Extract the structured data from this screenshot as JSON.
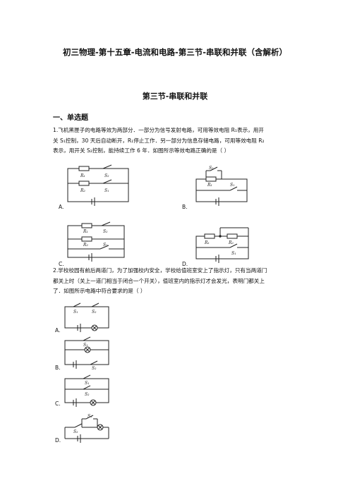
{
  "doc": {
    "title": "初三物理-第十五章-电流和电路-第三节-串联和并联（含解析）",
    "section_title": "第三节-串联和并联",
    "heading_single_choice": "一、单选题"
  },
  "q1": {
    "line1": "1.飞机黑匣子的电路等效为两部分．一部分为信号发射电路，可用等效电阻 R₁表示，用开",
    "line2": "关 S₁控制，30 天后自动断开，R₁停止工作．另一部分为信息存储电路，可用等效电阻 R₂",
    "line3": "表示，用开关 S₂控制，能持续工作 6 年．如图所示等效电路正确的是（        ）",
    "options": [
      "A.",
      "B.",
      "C.",
      "D."
    ]
  },
  "q2": {
    "line1": "2.学校校园有前后两道门，为了加强校内安全，学校给值班室安上了指示灯，只有当两道门",
    "line2": "都关上时（关上一道门相当于闭合一个开关），值班室内的指示灯才会发光，表明门都关上",
    "line3": "了．如图所示电路中符合要求的是（     ）",
    "options": [
      "A.",
      "B.",
      "C.",
      "D."
    ]
  },
  "labels": {
    "r1": "R₁",
    "r2": "R₂",
    "s1": "S₁",
    "s2": "S₂"
  }
}
